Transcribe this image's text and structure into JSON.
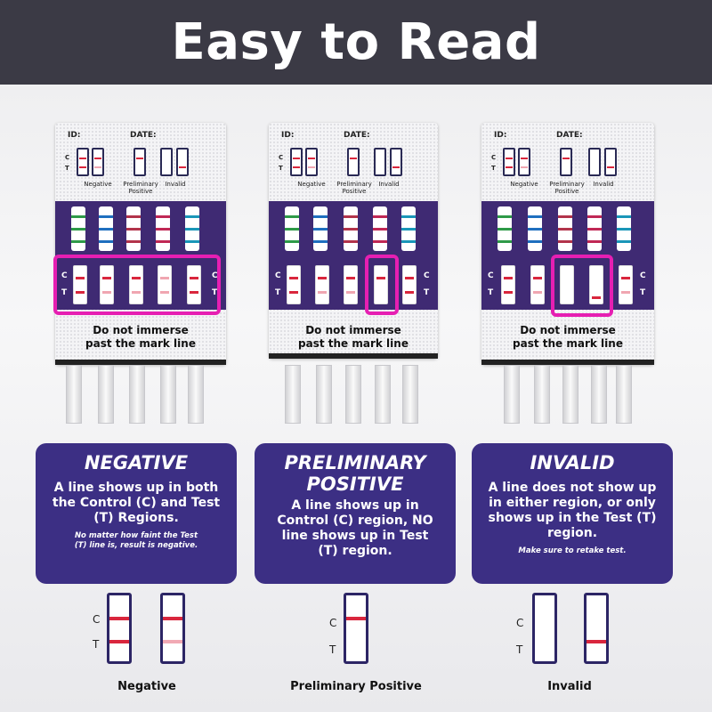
{
  "title": "Easy to Read",
  "card_labels": {
    "id": "ID:",
    "date": "DATE:",
    "c": "C",
    "t": "T",
    "negative": "Negative",
    "preliminary": "Preliminary Positive",
    "invalid": "Invalid",
    "immerse_line1": "Do not immerse",
    "immerse_line2": "past the mark line"
  },
  "boxes": [
    {
      "heading": "NEGATIVE",
      "text": "A line shows up in both the Control (C) and Test (T) Regions.",
      "note": "No matter how faint the Test (T) line is, result is negative."
    },
    {
      "heading": "PRELIMINARY POSITIVE",
      "text": "A line shows up in Control (C) region, NO line shows up in Test (T) region.",
      "note": ""
    },
    {
      "heading": "INVALID",
      "text": "A line does not show up in either region, or only shows up in the Test (T) region.",
      "note": "Make sure to retake test."
    }
  ],
  "captions": [
    "Negative",
    "Preliminary Positive",
    "Invalid"
  ],
  "colors": {
    "header": "#3b3a45",
    "panel": "#3c2f84",
    "highlight": "#e61fb2",
    "line": "#d9263d",
    "faint_line": "#f0a6b1"
  }
}
